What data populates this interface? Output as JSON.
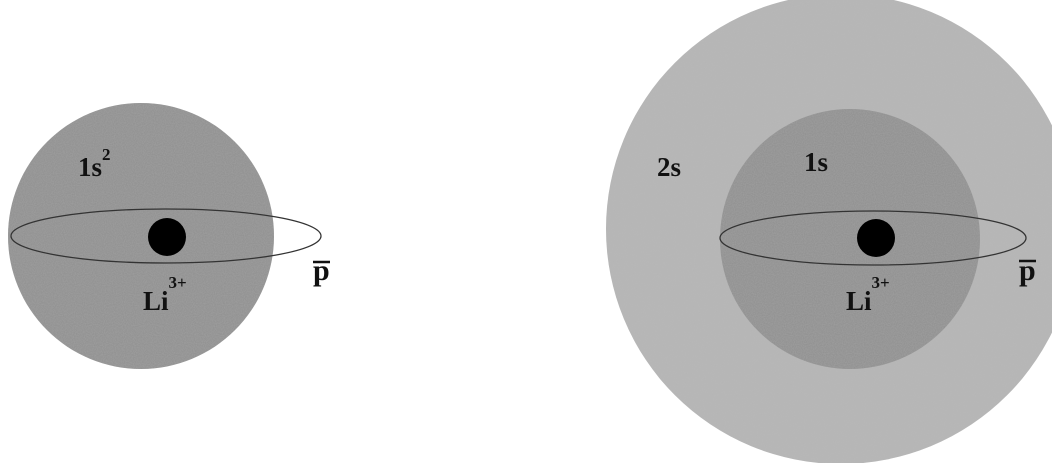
{
  "colors": {
    "background": "#ffffff",
    "inner_shell": "#8e8e8e",
    "outer_shell": "#b5b5b5",
    "nucleus": "#000000",
    "orbit": "#333333",
    "text": "#111111"
  },
  "left_atom": {
    "shell": {
      "label": "1s",
      "superscript": "2"
    },
    "nucleus": {
      "label": "Li",
      "superscript": "3+"
    },
    "antiproton": {
      "label": "p"
    }
  },
  "right_atom": {
    "inner_shell": {
      "label": "1s"
    },
    "outer_shell": {
      "label": "2s"
    },
    "nucleus": {
      "label": "Li",
      "superscript": "3+"
    },
    "antiproton": {
      "label": "p"
    }
  }
}
